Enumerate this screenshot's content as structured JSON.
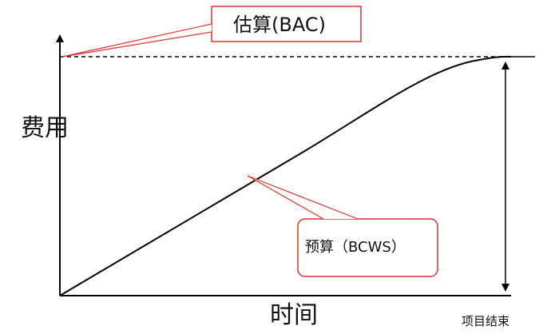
{
  "axes": {
    "y_label": "费用",
    "x_label": "时间",
    "x_end_label": "项目结束"
  },
  "callouts": {
    "bac": "估算(BAC)",
    "bcws": "预算（BCWS）"
  },
  "colors": {
    "axis": "#000000",
    "curve": "#000000",
    "callout": "#e03030"
  }
}
